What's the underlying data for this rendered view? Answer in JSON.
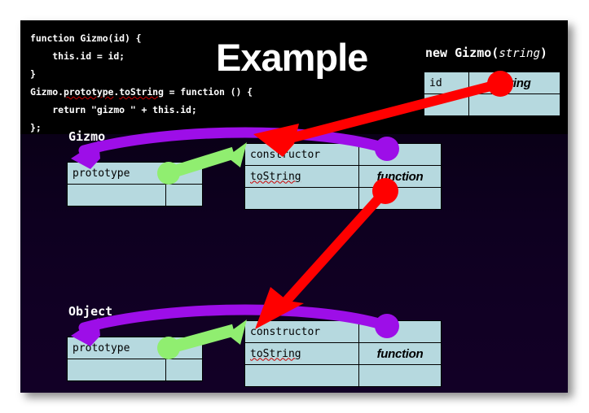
{
  "slide": {
    "title": "Example",
    "background_top_color": "#000008",
    "background_bottom_color": "#120026"
  },
  "code": {
    "language": "javascript",
    "text": "function Gizmo(id) {\n    this.id = id;\n}\nGizmo.prototype.toString = function () {\n    return \"gizmo \" + this.id;\n};",
    "lines": [
      "function Gizmo(id) {",
      "    this.id = id;",
      "}",
      "Gizmo.prototype.toString = function () {",
      "    return \"gizmo \" + this.id;",
      "};"
    ],
    "misspelled_words": [
      "prototype",
      "toString"
    ],
    "background_color": "#000000",
    "text_color": "#ffffff"
  },
  "instance": {
    "heading_prefix": "new Gizmo(",
    "heading_type": "string",
    "heading_suffix": ")",
    "rows": [
      {
        "key": "id",
        "value": "string",
        "value_italic": true
      },
      {
        "key": "",
        "value": "",
        "value_italic": false
      }
    ]
  },
  "gizmo": {
    "label": "Gizmo",
    "prototype_rows": [
      {
        "key": "prototype",
        "value": ""
      },
      {
        "key": "",
        "value": ""
      }
    ],
    "member_rows": [
      {
        "key": "constructor",
        "value": "",
        "value_italic": false
      },
      {
        "key": "toString",
        "value": "function",
        "value_italic": true
      },
      {
        "key": "",
        "value": "",
        "value_italic": false
      }
    ],
    "misspelled_words": [
      "toString"
    ]
  },
  "object": {
    "label": "Object",
    "prototype_rows": [
      {
        "key": "prototype",
        "value": ""
      },
      {
        "key": "",
        "value": ""
      }
    ],
    "member_rows": [
      {
        "key": "constructor",
        "value": "",
        "value_italic": false
      },
      {
        "key": "toString",
        "value": "function",
        "value_italic": true
      },
      {
        "key": "",
        "value": "",
        "value_italic": false
      }
    ],
    "misspelled_words": [
      "toString"
    ]
  },
  "connectors": {
    "red_color": "#ff0000",
    "purple_color": "#9d0ee8",
    "green_color": "#90ee70",
    "items": [
      {
        "name": "instance-to-gizmo-prototype",
        "color": "#ff0000",
        "from": "new Gizmo(string) instance",
        "to": "Gizmo constructor row"
      },
      {
        "name": "gizmo-tostring-to-object-prototype",
        "color": "#ff0000",
        "from": "Gizmo member table",
        "to": "Object constructor row"
      },
      {
        "name": "gizmo-constructor-to-prototype",
        "color": "#9d0ee8",
        "from": "Gizmo constructor value",
        "to": "Gizmo prototype cell"
      },
      {
        "name": "object-constructor-to-prototype",
        "color": "#9d0ee8",
        "from": "Object constructor value",
        "to": "Object prototype cell"
      },
      {
        "name": "gizmo-prototype-to-members",
        "color": "#90ee70",
        "from": "Gizmo prototype value cell",
        "to": "Gizmo member table"
      },
      {
        "name": "object-prototype-to-members",
        "color": "#90ee70",
        "from": "Object prototype value cell",
        "to": "Object member table"
      }
    ]
  }
}
